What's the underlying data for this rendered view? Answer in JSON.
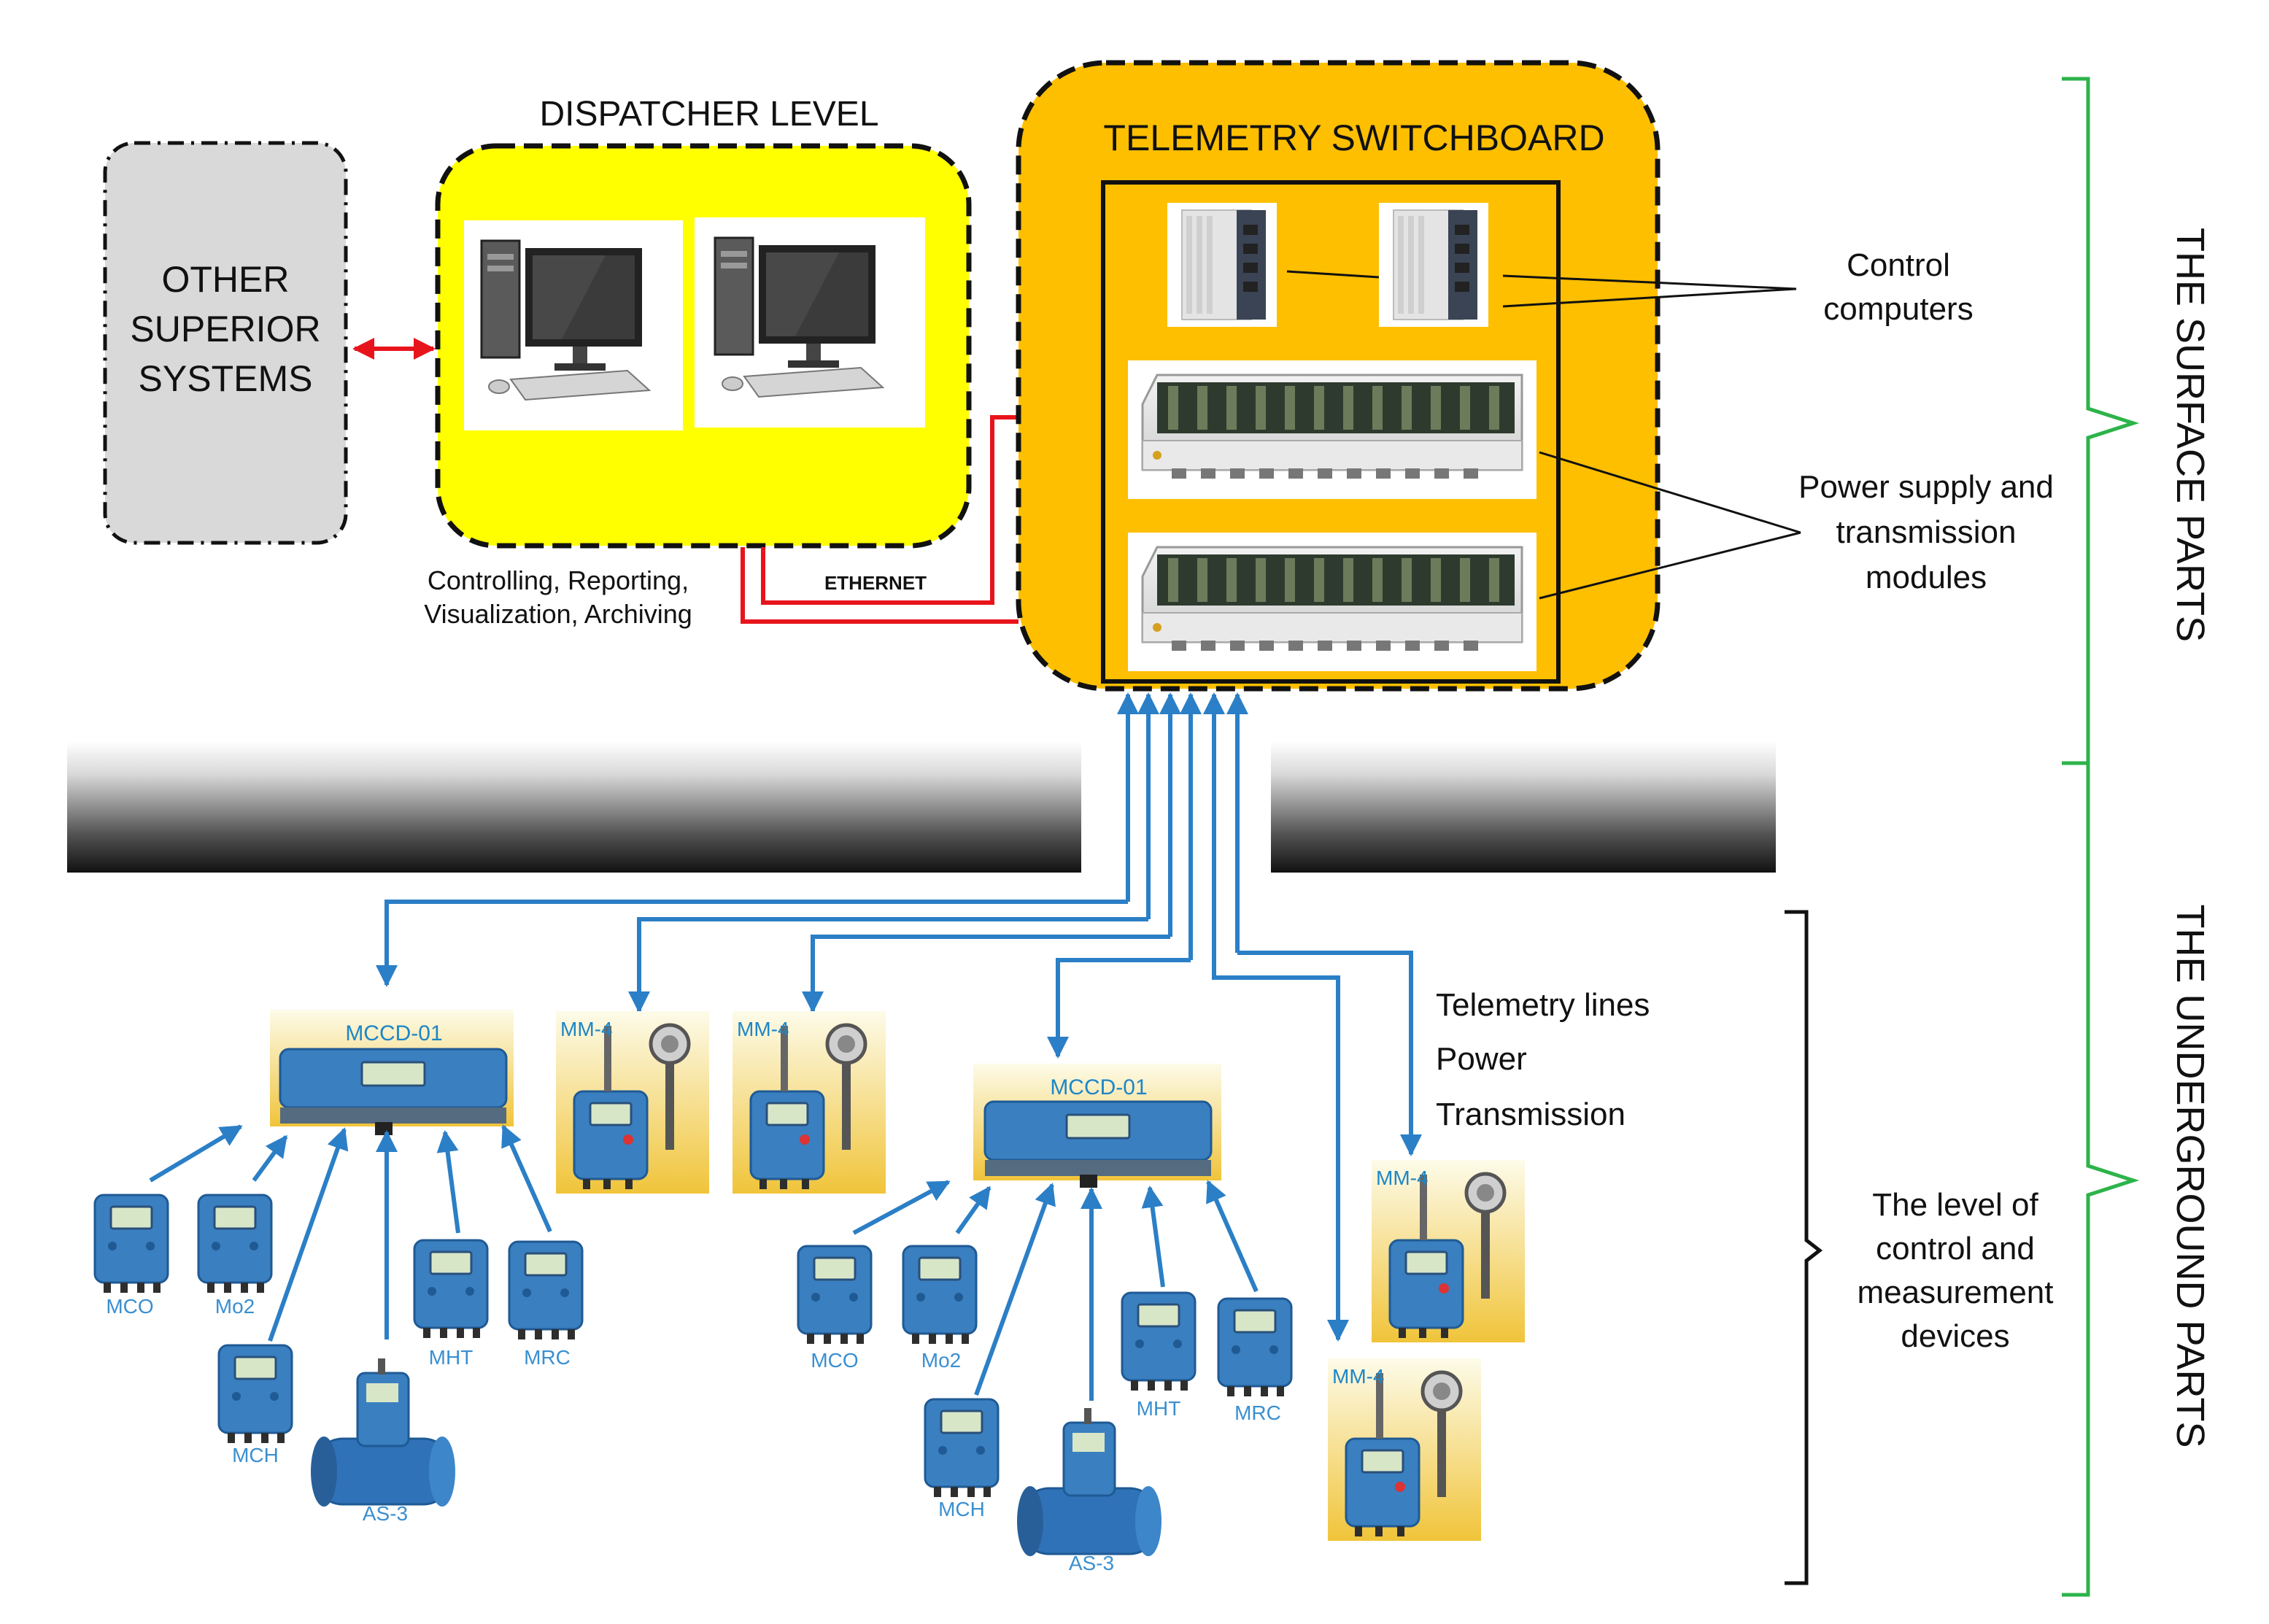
{
  "other_systems": {
    "lines": [
      "OTHER",
      "SUPERIOR",
      "SYSTEMS"
    ]
  },
  "dispatcher": {
    "title": "DISPATCHER LEVEL",
    "caption_line1": "Controlling,  Reporting,",
    "caption_line2": "Visualization, Archiving"
  },
  "ethernet": "ETHERNET",
  "switchboard": {
    "title": "TELEMETRY SWITCHBOARD"
  },
  "right_labels": {
    "control_1": "Control",
    "control_2": "computers",
    "power_1": "Power supply and",
    "power_2": "transmission",
    "power_3": "modules",
    "telemetry_1": "Telemetry lines",
    "telemetry_2": "Power",
    "telemetry_3": "Transmission",
    "level_1": "The level of",
    "level_2": "control and",
    "level_3": "measurement",
    "level_4": "devices"
  },
  "side": {
    "surface": "THE SURFACE PARTS",
    "underground": "THE UNDERGROUND PARTS"
  },
  "group_a": {
    "mccd": "MCCD-01",
    "devices": [
      "MCO",
      "Mo2",
      "MCH",
      "AS-3",
      "MHT",
      "MRC"
    ]
  },
  "group_b": {
    "mccd": "MCCD-01",
    "devices": [
      "MCO",
      "Mo2",
      "MCH",
      "AS-3",
      "MHT",
      "MRC"
    ]
  },
  "mm4": [
    "MM-4",
    "MM-4",
    "MM-4",
    "MM-4"
  ],
  "colors": {
    "yellow": "#ffff00",
    "orange": "#fdbf00",
    "red": "#e8141c",
    "blue": "#2b7fc6",
    "green": "#2db34a",
    "device_blue": "#3a7fc0"
  }
}
